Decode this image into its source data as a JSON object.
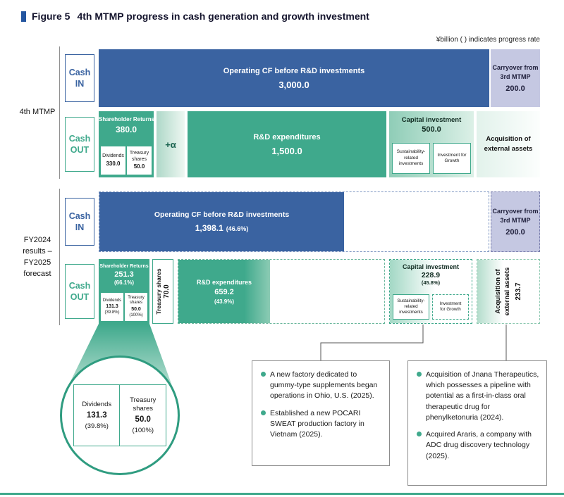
{
  "meta": {
    "title_prefix": "Figure 5",
    "title": "4th MTMP progress in cash generation and growth investment",
    "unit_note": "¥billion ( ) indicates progress rate"
  },
  "mtmp": {
    "row_label": "4th MTMP",
    "cash_in_label": "Cash\nIN",
    "cash_out_label": "Cash\nOUT",
    "operating_cf": {
      "title": "Operating CF before R&D investments",
      "value": "3,000.0"
    },
    "carryover": {
      "title": "Carryover from\n3rd MTMP",
      "value": "200.0"
    },
    "shareholder_returns": {
      "title": "Shareholder Returns",
      "value": "380.0",
      "dividends_label": "Dividends",
      "dividends_value": "330.0",
      "treasury_label": "Treasury shares",
      "treasury_value": "50.0"
    },
    "plus_alpha": "+α",
    "rnd": {
      "title": "R&D expenditures",
      "value": "1,500.0"
    },
    "capital": {
      "title": "Capital investment",
      "value": "500.0",
      "sub1": "Sustainability-\nrelated\ninvestments",
      "sub2": "Investment for\nGrowth"
    },
    "acquisition": {
      "title": "Acquisition of\nexternal assets"
    }
  },
  "fy": {
    "row_label": "FY2024\nresults –\nFY2025\nforecast",
    "cash_in_label": "Cash\nIN",
    "cash_out_label": "Cash\nOUT",
    "operating_cf": {
      "title": "Operating CF before R&D investments",
      "value": "1,398.1",
      "progress": "(46.6%)"
    },
    "carryover": {
      "title": "Carryover from\n3rd MTMP",
      "value": "200.0"
    },
    "shareholder_returns": {
      "title": "Shareholder Returns",
      "value": "251.3",
      "progress": "(66.1%)",
      "dividends_label": "Dividends",
      "dividends_value": "131.3",
      "dividends_progress": "(39.8%)",
      "treasury_label": "Treasury shares",
      "treasury_value": "50.0",
      "treasury_progress": "(100%)"
    },
    "treasury_extra": {
      "label": "Treasury shares",
      "value": "70.0"
    },
    "rnd": {
      "title": "R&D expenditures",
      "value": "659.2",
      "progress": "(43.9%)"
    },
    "capital": {
      "title": "Capital investment",
      "value": "228.9",
      "progress": "(45.8%)",
      "sub1": "Sustainability-\nrelated\ninvestments",
      "sub2": "Investment\nfor Growth"
    },
    "acquisition": {
      "title": "Acquisition of external assets",
      "value": "233.7"
    }
  },
  "magnifier": {
    "dividends_label": "Dividends",
    "dividends_value": "131.3",
    "dividends_progress": "(39.8%)",
    "treasury_label": "Treasury shares",
    "treasury_value": "50.0",
    "treasury_progress": "(100%)"
  },
  "callouts": {
    "factories": [
      "A new factory dedicated to gummy-type supplements began operations in Ohio, U.S. (2025).",
      "Established a new POCARI SWEAT production factory in Vietnam (2025)."
    ],
    "acquisitions": [
      "Acquisition of Jnana Therapeutics, which possesses a pipeline with potential as a first-in-class oral therapeutic drug for phenylketonuria (2024).",
      "Acquired Araris, a company with ADC drug discovery technology (2025)."
    ]
  },
  "chart_data": {
    "type": "bar",
    "title": "4th MTMP progress in cash generation and growth investment",
    "unit": "¥billion",
    "note": "( ) indicates progress rate",
    "groups": [
      {
        "name": "4th MTMP",
        "cash_in": [
          {
            "label": "Operating CF before R&D investments",
            "value": 3000.0
          },
          {
            "label": "Carryover from 3rd MTMP",
            "value": 200.0
          }
        ],
        "cash_out": [
          {
            "label": "Shareholder Returns",
            "value": 380.0,
            "breakdown": [
              {
                "label": "Dividends",
                "value": 330.0
              },
              {
                "label": "Treasury shares",
                "value": 50.0
              },
              {
                "label": "+α"
              }
            ]
          },
          {
            "label": "R&D expenditures",
            "value": 1500.0
          },
          {
            "label": "Capital investment",
            "value": 500.0,
            "breakdown": [
              {
                "label": "Sustainability-related investments"
              },
              {
                "label": "Investment for Growth"
              }
            ]
          },
          {
            "label": "Acquisition of external assets"
          }
        ]
      },
      {
        "name": "FY2024 results – FY2025 forecast",
        "cash_in": [
          {
            "label": "Operating CF before R&D investments",
            "value": 1398.1,
            "progress_rate": "46.6%"
          },
          {
            "label": "Carryover from 3rd MTMP",
            "value": 200.0
          }
        ],
        "cash_out": [
          {
            "label": "Shareholder Returns",
            "value": 251.3,
            "progress_rate": "66.1%",
            "breakdown": [
              {
                "label": "Dividends",
                "value": 131.3,
                "progress_rate": "39.8%"
              },
              {
                "label": "Treasury shares",
                "value": 50.0,
                "progress_rate": "100%"
              },
              {
                "label": "Treasury shares (additional)",
                "value": 70.0
              }
            ]
          },
          {
            "label": "R&D expenditures",
            "value": 659.2,
            "progress_rate": "43.9%"
          },
          {
            "label": "Capital investment",
            "value": 228.9,
            "progress_rate": "45.8%",
            "breakdown": [
              {
                "label": "Sustainability-related investments"
              },
              {
                "label": "Investment for Growth"
              }
            ]
          },
          {
            "label": "Acquisition of external assets",
            "value": 233.7
          }
        ]
      }
    ]
  }
}
